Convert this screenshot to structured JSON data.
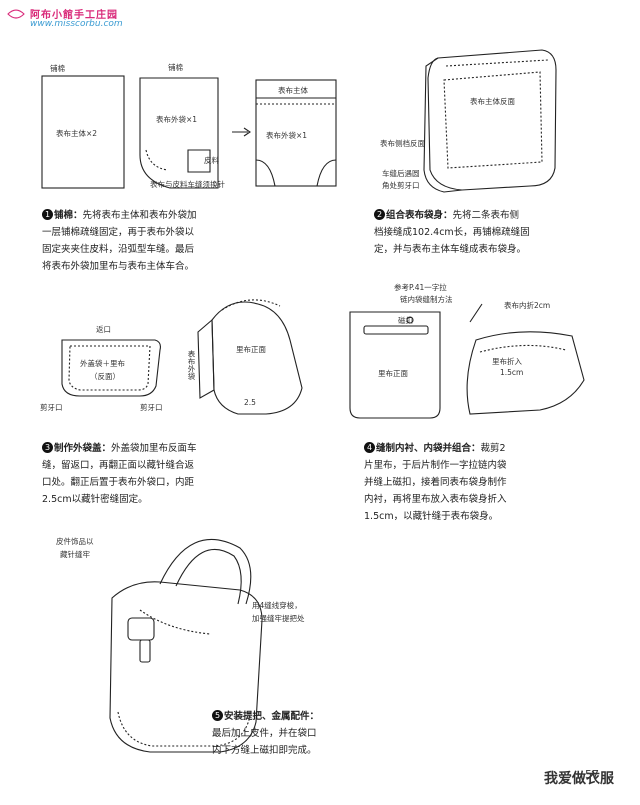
{
  "header": {
    "site_name": "阿布小館手工庄园",
    "url": "www.misscorbu.com"
  },
  "fig1": {
    "label_batting_a": "铺棉",
    "label_batting_b": "铺棉",
    "panel1_text": "表布主体×2",
    "panel2_text": "表布外袋×1",
    "panel3_top": "表布主体",
    "panel3_text": "表布外袋×1",
    "leather_label": "皮料",
    "caption": "表布与皮料车缝须换针"
  },
  "fig2": {
    "label_back": "表布主体反面",
    "label_side": "表布侧档反面",
    "note_line1": "车缝后遇圆",
    "note_line2": "角处剪牙口"
  },
  "step1": {
    "num": "1",
    "title": "铺棉：",
    "lines": [
      "先将表布主体和表布外袋加",
      "一层铺棉疏缝固定，再于表布外袋以",
      "固定夹夹住皮料，沿弧型车缝。最后",
      "将表布外袋加里布与表布主体车合。"
    ]
  },
  "step2": {
    "num": "2",
    "title": "组合表布袋身：",
    "lines": [
      "先将二条表布侧",
      "档接缝成102.4cm长，再铺棉疏缝固",
      "定，并与表布主体车缝成表布袋身。"
    ]
  },
  "fig3": {
    "label_opening": "返口",
    "label_center_1": "外盖袋＋里布",
    "label_center_2": "（反面）",
    "label_notch_left": "剪牙口",
    "label_notch_right": "剪牙口",
    "label_face": "里布正面",
    "label_outer": "表布外袋",
    "label_25": "2.5"
  },
  "step3": {
    "num": "3",
    "title": "制作外袋盖：",
    "lines": [
      "外盖袋加里布反面车",
      "缝，留返口，再翻正面以藏针缝合返",
      "口处。翻正后置于表布外袋口，内距",
      "2.5cm以藏针密缝固定。"
    ]
  },
  "fig4": {
    "ref_line1": "参考P.41一字拉",
    "ref_line2": "链内袋缝制方法",
    "magnet": "磁扣",
    "face": "里布正面",
    "fold_top": "表布内折2cm",
    "fold_bottom_1": "里布折入",
    "fold_bottom_2": "1.5cm"
  },
  "step4": {
    "num": "4",
    "title": "缝制内衬、内袋并组合：",
    "lines": [
      "裁剪2",
      "片里布，于后片制作一字拉链内袋",
      "并缝上磁扣，接着同表布袋身制作",
      "内衬，再将里布放入表布袋身折入",
      "1.5cm，以藏针缝于表布袋身。"
    ]
  },
  "fig5": {
    "leather_line1": "皮件饰品以",
    "leather_line2": "藏针缝牢",
    "thread_line1": "用4缝线穿梭，",
    "thread_line2": "加强缝牢提把处"
  },
  "step5": {
    "num": "5",
    "title": "安装提把、金属配件：",
    "lines": [
      "",
      "最后加上皮件，并在袋口",
      "内下方缝上磁扣即完成。"
    ]
  },
  "footer": {
    "page": "57",
    "watermark": "我爱做衣服"
  }
}
